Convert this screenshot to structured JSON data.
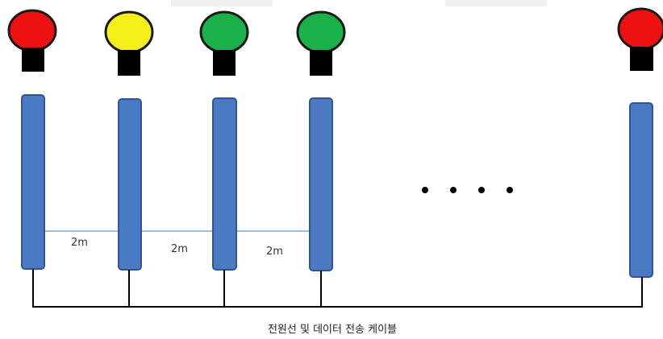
{
  "units": [
    {
      "id": "u1",
      "lamp_color": "#ee1111"
    },
    {
      "id": "u2",
      "lamp_color": "#f5ef1a"
    },
    {
      "id": "u3",
      "lamp_color": "#1bb14a"
    },
    {
      "id": "u4",
      "lamp_color": "#1bb14a"
    },
    {
      "id": "u5",
      "lamp_color": "#ee1111"
    }
  ],
  "spacing": [
    {
      "label": "2m"
    },
    {
      "label": "2m"
    },
    {
      "label": "2m"
    }
  ],
  "ellipsis_dot_count": 4,
  "caption": "전원선 및 데이터 전송 케이블",
  "colors": {
    "post_fill": "#4a7ac2",
    "post_stroke": "#2f5597",
    "spacing_line": "#7fa7c9",
    "wire": "#000000"
  }
}
